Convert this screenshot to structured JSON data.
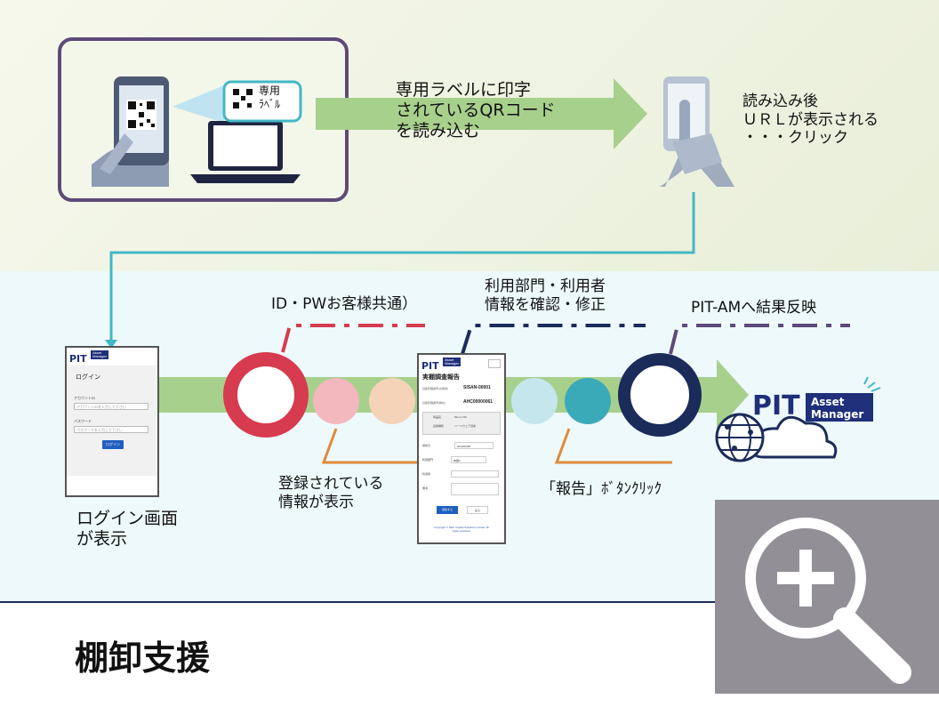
{
  "step1": {
    "label_tag": "専用\nﾗﾍﾞﾙ",
    "caption": "専用ラベルに印字\nされているQRコード\nを読み込む"
  },
  "step2": {
    "caption": "読み込み後\nＵＲＬが表示される\n・・・クリック"
  },
  "steps": {
    "id_pw": "ID・PWお客様共通）",
    "confirm": "利用部門・利用者\n情報を確認・修正",
    "reflect": "PIT-AMへ結果反映",
    "registered": "登録されている\n情報が表示",
    "report_click": "「報告」ﾎﾞﾀﾝｸﾘｯｸ",
    "login_shown": "ログイン画面\nが表示"
  },
  "login_screen": {
    "logo_main": "PIT",
    "logo_sub": "Asset\nManager",
    "heading": "ログイン",
    "account_label": "アカウントID",
    "account_placeholder": "アカウントIDを入力して下さい",
    "password_label": "パスワード",
    "password_placeholder": "パスワードを入力して下さい",
    "login_button": "ログイン"
  },
  "report_screen": {
    "logo_main": "PIT",
    "logo_sub": "Asset\nManager",
    "heading": "実棚調査報告",
    "asset_label": "資産管理番号(お客様)",
    "asset_value": "SISAN-00001",
    "internal_label": "資産管理番号(弊社)",
    "internal_value": "AHC00000061",
    "product_label": "商品名",
    "product_value": "NH-rs-723",
    "category_label": "資産種別",
    "category_value": "ハードウェア資産",
    "date_label": "報告日",
    "date_value": "2014/04/28",
    "dept_label": "利用部門",
    "dept_value": "本部2",
    "user_label": "利用者",
    "note_label": "備考",
    "submit_button": "報告する",
    "return_button": "戻る",
    "footer": "Copyright © NEC Capital Solutions Limited. All\nrights reserved."
  },
  "logo": {
    "main": "PIT",
    "sub_line1": "Asset",
    "sub_line2": "Manager"
  },
  "page_title": "棚卸支援",
  "zoom": {
    "icon": "zoom-in-magnifier-icon"
  },
  "colors": {
    "arrow_green": "#a8d08d",
    "connector_teal": "#43b7c6",
    "step_red": "#d63b4f",
    "step_pink": "#f3b7be",
    "step_peach": "#f4d3b8",
    "step_lightblue": "#c4e6ec",
    "step_teal": "#3aa9b8",
    "step_navy": "#1b2b5a",
    "brand_navy": "#1f2f7a",
    "callout_orange": "#e08a3a",
    "frame_purple": "#5e4a78",
    "zoom_overlay": "#938f96"
  }
}
